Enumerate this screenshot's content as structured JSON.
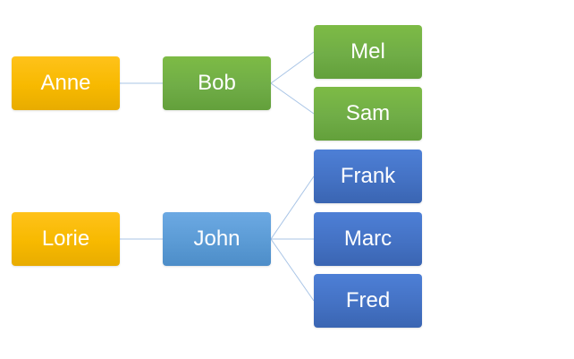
{
  "nodes": {
    "anne": "Anne",
    "bob": "Bob",
    "mel": "Mel",
    "sam": "Sam",
    "lorie": "Lorie",
    "john": "John",
    "frank": "Frank",
    "marc": "Marc",
    "fred": "Fred"
  },
  "connections": [
    {
      "from": "anne",
      "to": "bob"
    },
    {
      "from": "bob",
      "to": "mel"
    },
    {
      "from": "bob",
      "to": "sam"
    },
    {
      "from": "lorie",
      "to": "john"
    },
    {
      "from": "john",
      "to": "frank"
    },
    {
      "from": "john",
      "to": "marc"
    },
    {
      "from": "john",
      "to": "fred"
    }
  ],
  "colors": {
    "level_1": "#ffc000",
    "level_2_top": "#70ad47",
    "level_2_bottom": "#5b9bd5",
    "level_3_top": "#70ad47",
    "level_3_bottom": "#4472c4",
    "connector": "#a8c4e6",
    "text": "#ffffff"
  }
}
